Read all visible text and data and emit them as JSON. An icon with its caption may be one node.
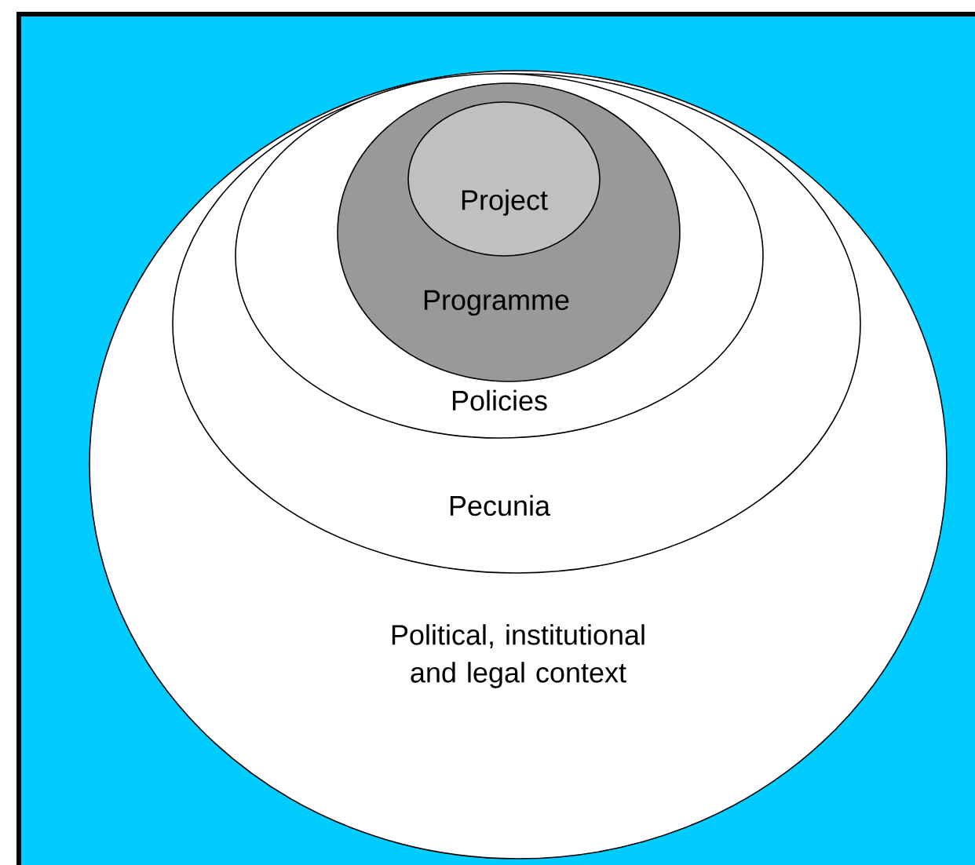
{
  "diagram": {
    "nodes": [
      {
        "text": [
          "Political, institutional and legal context"
        ]
      },
      {
        "text": [
          "Pecunia"
        ],
        "in": 0
      },
      {
        "text": [
          "Policies"
        ],
        "in": 1
      },
      {
        "text": [
          "Programme"
        ],
        "in": 2
      },
      {
        "text": [
          "Project"
        ],
        "in": 3
      }
    ]
  }
}
